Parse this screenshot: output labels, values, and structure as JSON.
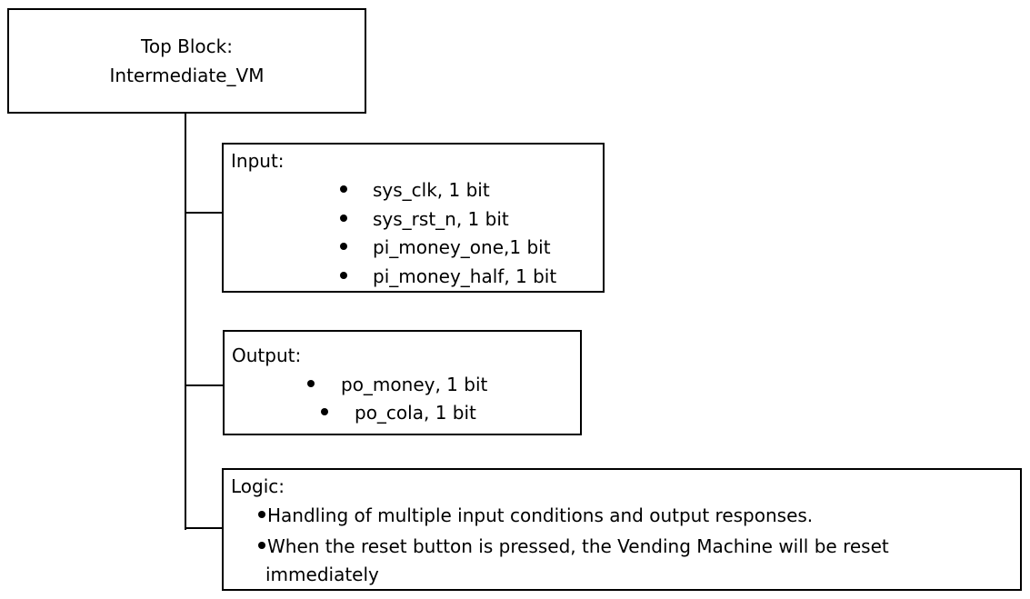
{
  "top_block": {
    "line1": "Top Block:",
    "line2": "Intermediate_VM"
  },
  "input_block": {
    "heading": "Input:",
    "items": [
      "sys_clk, 1 bit",
      "sys_rst_n, 1 bit",
      "pi_money_one,1 bit",
      "pi_money_half, 1 bit"
    ]
  },
  "output_block": {
    "heading": "Output:",
    "items": [
      "po_money, 1 bit",
      "po_cola, 1 bit"
    ]
  },
  "logic_block": {
    "heading": "Logic:",
    "items": [
      "Handling of multiple input conditions and output responses.",
      "When the reset button is pressed, the Vending Machine will be reset",
      "immediately"
    ]
  }
}
